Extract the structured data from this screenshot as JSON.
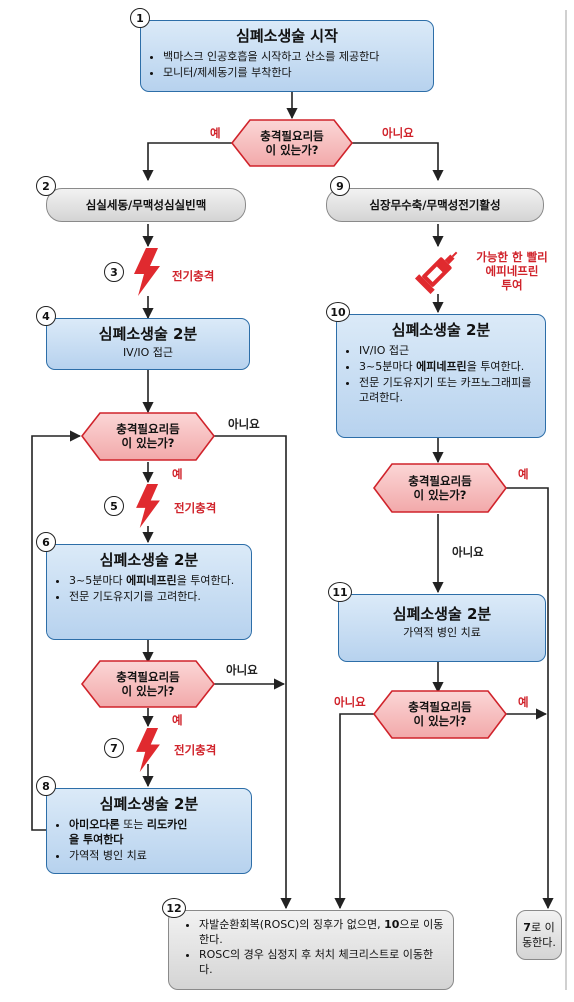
{
  "colors": {
    "accent_red": "#d0232b",
    "box_blue": "#b7d2ee",
    "box_border": "#2d6ea8",
    "pill_gray": "#d4d4d4"
  },
  "start": {
    "number": "1",
    "title": "심폐소생술 시작",
    "items": [
      "백마스크 인공호흡을 시작하고 산소를 제공한다",
      "모니터/제세동기를 부착한다"
    ]
  },
  "decision_text": "충격필요리듬\n이 있는가?",
  "labels": {
    "yes": "예",
    "no": "아니요"
  },
  "vf": {
    "number": "2",
    "label": "심실세동/무맥성심실빈맥"
  },
  "asystole": {
    "number": "9",
    "label": "심장무수축/무맥성전기활성"
  },
  "shock": {
    "label": "전기충격",
    "numbers": [
      "3",
      "5",
      "7"
    ]
  },
  "epi_now": {
    "label": "가능한 한 빨리\n에피네프린\n투여"
  },
  "cpr4": {
    "number": "4",
    "title": "심폐소생술 2분",
    "sub": "IV/IO 접근"
  },
  "cpr6": {
    "number": "6",
    "title": "심폐소생술 2분",
    "item1_pre": "3~5분마다 ",
    "item1_bold": "에피네프린",
    "item1_post": "을 투여한다.",
    "item2": "전문 기도유지기를 고려한다."
  },
  "cpr8": {
    "number": "8",
    "title": "심폐소생술 2분",
    "item1_bold": "아미오다론",
    "item1_mid": " 또는 ",
    "item1_bold2": "리도카인",
    "item1_bold3": "을 투여한다",
    "item2": "가역적 병인 치료"
  },
  "cpr10": {
    "number": "10",
    "title": "심폐소생술 2분",
    "item1": "IV/IO 접근",
    "item2_pre": "3~5분마다 ",
    "item2_bold": "에피네프린",
    "item2_post": "을 투여한다.",
    "item3": "전문 기도유지기 또는 카프노그래피를 고려한다."
  },
  "cpr11": {
    "number": "11",
    "title": "심폐소생술 2분",
    "sub": "가역적 병인 치료"
  },
  "box12": {
    "number": "12",
    "item1_pre": "자발순환회복(ROSC)의 징후가 없으면, ",
    "item1_bold": "10",
    "item1_post": "으로 이동한다.",
    "item2": "ROSC의 경우 심정지 후 처치 체크리스트로 이동한다."
  },
  "goto7": {
    "bold": "7",
    "text": "로 이동한다."
  }
}
